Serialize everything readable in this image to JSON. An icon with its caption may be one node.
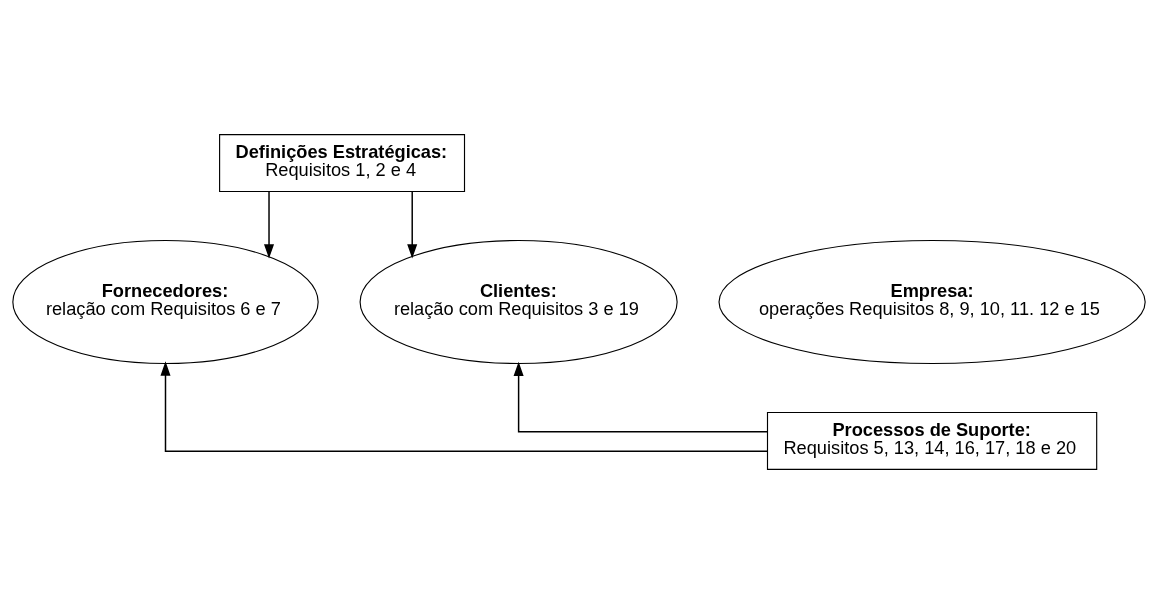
{
  "diagram": {
    "nodes": [
      {
        "text": [
          "Definições Estratégicas:",
          "Requisitos 1, 2 e 4"
        ]
      },
      {
        "text": [
          "Fornecedores:",
          "relação com Requisitos 6 e 7"
        ]
      },
      {
        "text": [
          "Empresa:",
          "operações Requisitos 8, 9, 10, 11. 12 e 15"
        ]
      },
      {
        "text": [
          "Clientes:",
          "relação com Requisitos 3 e 19"
        ]
      },
      {
        "text": [
          "Processos de Suporte:",
          "Requisitos 5, 13, 14, 16, 17, 18 e 20"
        ]
      }
    ],
    "edges": [
      {
        "from": 0,
        "to": 1,
        "arrow": "to"
      },
      {
        "from": 0,
        "to": 3,
        "arrow": "to"
      },
      {
        "from": 4,
        "to": 1,
        "arrow": "to"
      },
      {
        "from": 4,
        "to": 3,
        "arrow": "to"
      }
    ]
  }
}
